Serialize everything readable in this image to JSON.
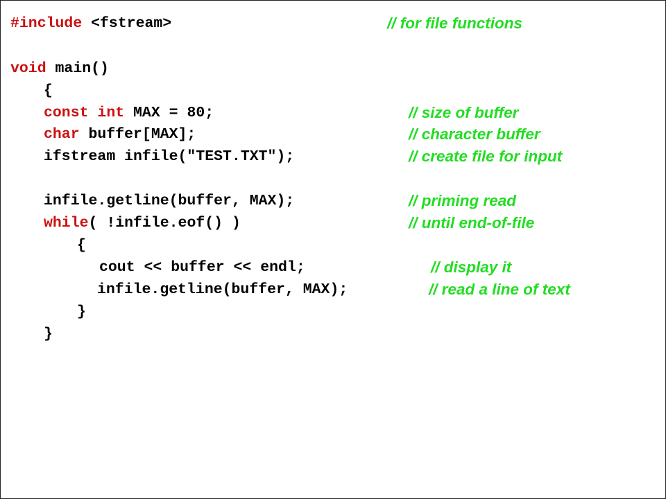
{
  "colors": {
    "keyword": "#cc1111",
    "code": "#000000",
    "comment": "#22dd22",
    "background": "#ffffff"
  },
  "lines": [
    {
      "kw": "#include",
      "rest": " <fstream>",
      "comment": "// for file functions"
    },
    {
      "kw": "void",
      "rest": " main()"
    },
    {
      "code": "{"
    },
    {
      "kw": "const int",
      "rest": " MAX = 80;",
      "comment": "// size of buffer"
    },
    {
      "kw": "char",
      "rest": " buffer[MAX];",
      "comment": "// character buffer"
    },
    {
      "code": "ifstream infile(\"TEST.TXT\");",
      "comment": "// create file for input"
    },
    {
      "code": "infile.getline(buffer, MAX);",
      "comment": "// priming read"
    },
    {
      "kw": "while",
      "rest": "( !infile.eof() )",
      "comment": "// until end-of-file"
    },
    {
      "code": "{"
    },
    {
      "code": "cout << buffer << endl;",
      "comment": "// display it"
    },
    {
      "code": "infile.getline(buffer, MAX);",
      "comment": "// read a line of text"
    },
    {
      "code": "}"
    },
    {
      "code": "}"
    }
  ]
}
